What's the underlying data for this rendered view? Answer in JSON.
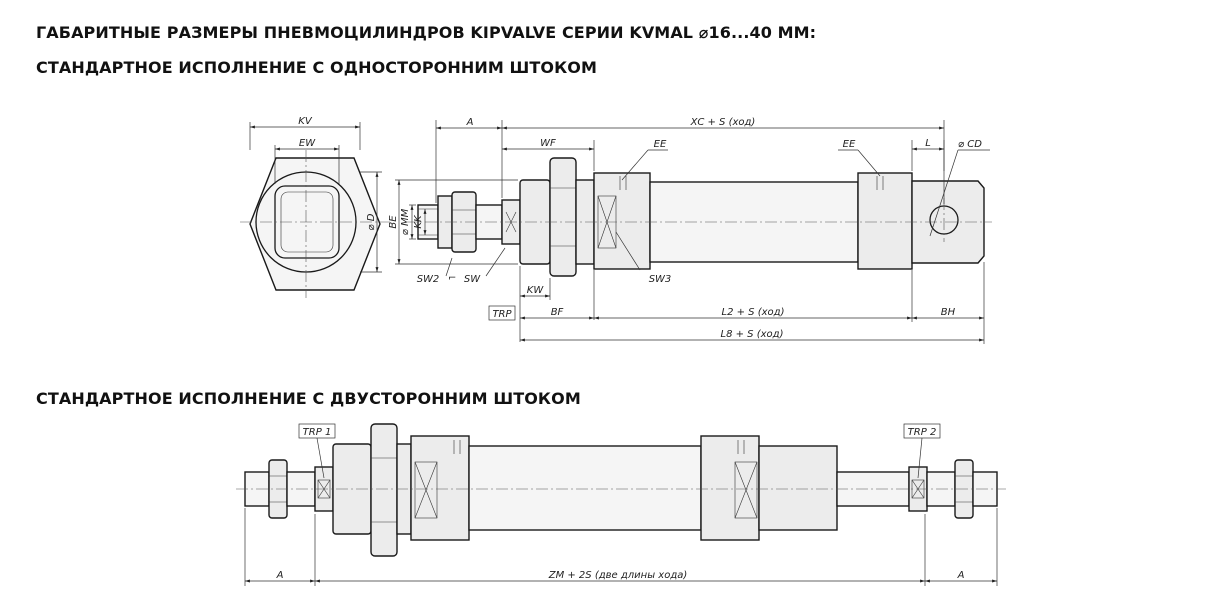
{
  "headings": {
    "main": "ГАБАРИТНЫЕ РАЗМЕРЫ ПНЕВМОЦИЛИНДРОВ KIPVALVE СЕРИИ KVMAL ⌀16...40 ММ:",
    "single_rod": "СТАНДАРТНОЕ ИСПОЛНЕНИЕ С ОДНОСТОРОННИМ ШТОКОМ",
    "double_rod": "СТАНДАРТНОЕ ИСПОЛНЕНИЕ С ДВУСТОРОННИМ ШТОКОМ"
  },
  "labels": {
    "kv": "KV",
    "ew": "EW",
    "d": "⌀ D",
    "be": "BE",
    "mm": "⌀ MM",
    "kk": "KK",
    "a": "A",
    "wf": "WF",
    "ee": "EE",
    "xc_s": "XC + S (ход)",
    "l": "L",
    "cd": "⌀ CD",
    "sw2": "SW2",
    "sw": "SW",
    "sw3": "SW3",
    "kw": "KW",
    "trp": "TRP",
    "bf": "BF",
    "l2_s": "L2 + S (ход)",
    "bh": "BH",
    "l8_s": "L8 + S (ход)",
    "trp1": "TRP 1",
    "trp2": "TRP 2",
    "zm_2s": "ZM + 2S (две длины хода)"
  },
  "colors": {
    "line": "#1a1a1a",
    "fill": "#ececec",
    "background": "#ffffff"
  }
}
